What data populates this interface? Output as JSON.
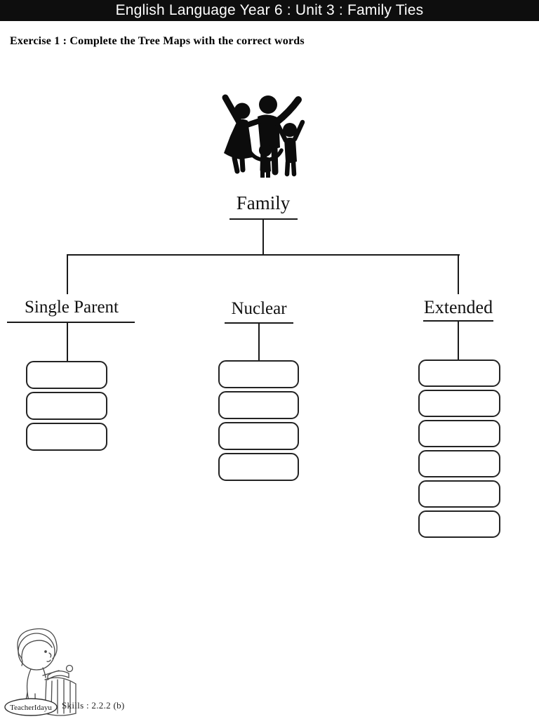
{
  "header": {
    "title": "English Language Year 6 : Unit 3 : Family Ties"
  },
  "exercise": {
    "instruction": "Exercise 1 : Complete the Tree Maps with the correct words"
  },
  "tree": {
    "root": {
      "label": "Family",
      "icon": "family-icon"
    },
    "branches": [
      {
        "label": "Single Parent",
        "box_count": 3
      },
      {
        "label": "Nuclear",
        "box_count": 4
      },
      {
        "label": "Extended",
        "box_count": 6
      }
    ],
    "answer_box_value": ""
  },
  "footer": {
    "skills_label": "Skills : 2.2.2 (b)",
    "watermark": "TeacherIdayu",
    "illustration": "child-writing-illustration"
  },
  "colors": {
    "header_bg": "#0e0e0e",
    "header_text": "#ffffff",
    "line": "#1a1a1a",
    "page_bg": "#ffffff"
  }
}
